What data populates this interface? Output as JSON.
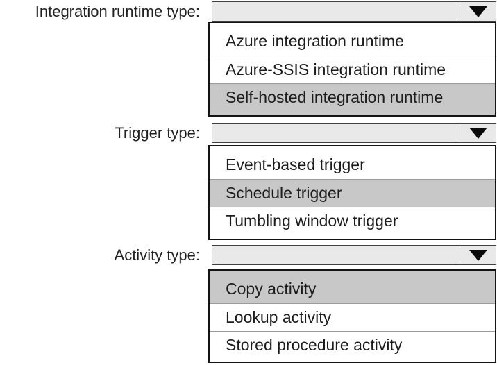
{
  "colors": {
    "background": "#ffffff",
    "header_fill": "#e9e9e9",
    "header_border": "#3f3f3f",
    "list_border": "#141414",
    "row_divider": "#9b9b9b",
    "selected_row_fill": "#c8c8c8",
    "text": "#1c1c1c",
    "arrow": "#0a0a0a"
  },
  "icons": {
    "dropdown_arrow": "filled-down-triangle"
  },
  "groups": [
    {
      "label": "Integration runtime type:",
      "value": "",
      "options": [
        {
          "label": "Azure integration runtime",
          "selected": false
        },
        {
          "label": "Azure-SSIS integration runtime",
          "selected": false
        },
        {
          "label": "Self-hosted integration runtime",
          "selected": true
        }
      ]
    },
    {
      "label": "Trigger type:",
      "value": "",
      "options": [
        {
          "label": "Event-based trigger",
          "selected": false
        },
        {
          "label": "Schedule trigger",
          "selected": true
        },
        {
          "label": "Tumbling window trigger",
          "selected": false
        }
      ]
    },
    {
      "label": "Activity type:",
      "value": "",
      "options": [
        {
          "label": "Copy activity",
          "selected": true
        },
        {
          "label": "Lookup activity",
          "selected": false
        },
        {
          "label": "Stored procedure activity",
          "selected": false
        }
      ]
    }
  ]
}
